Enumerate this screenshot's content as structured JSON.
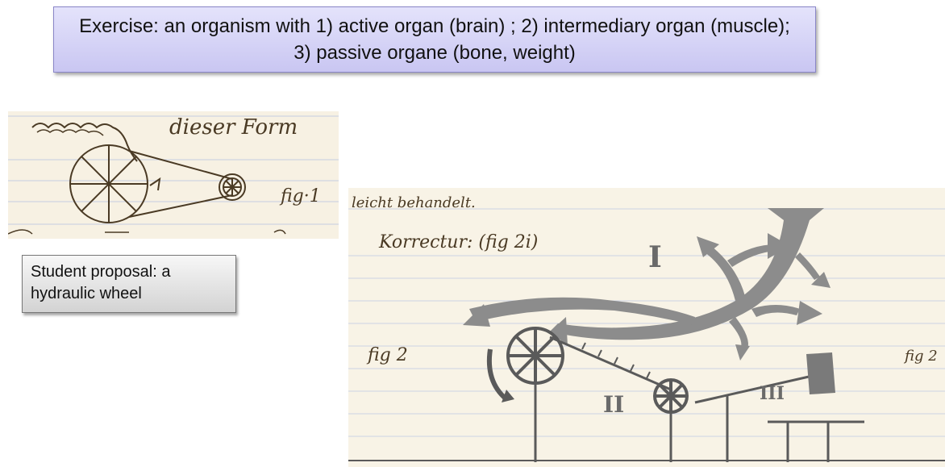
{
  "title": "Exercise: an organism with 1) active organ (brain) ; 2) intermediary organ (muscle); 3) passive organe (bone, weight)",
  "proposal": "Student proposal: a hydraulic wheel",
  "fig1": {
    "header": "dieser Form",
    "label": "fig·1"
  },
  "fig2": {
    "top_note": "leicht behandelt.",
    "correction": "Korrectur: (fig 2i)",
    "label_left": "fig 2",
    "label_right": "fig 2",
    "numeral_1": "I",
    "numeral_2": "II",
    "numeral_3": "III"
  },
  "colors": {
    "title_bg_top": "#e4e3fb",
    "title_bg_bottom": "#c9c6f2",
    "ink": "#4a3a24",
    "arrow_gray": "#8c8c8c"
  }
}
